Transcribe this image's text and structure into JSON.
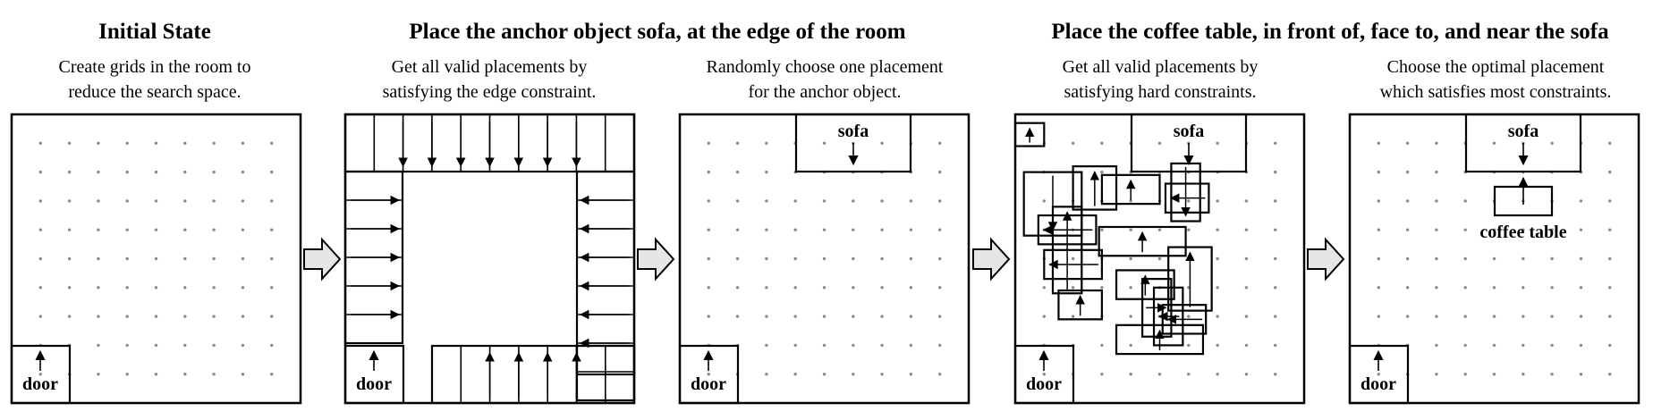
{
  "stages": [
    {
      "heading": "Initial State",
      "caption_line1": "Create grids in the room to",
      "caption_line2": "reduce the search space."
    },
    {
      "heading": "Place the anchor object sofa, at the edge of the room",
      "caption_line1": "Get all valid placements by",
      "caption_line2": "satisfying the edge constraint."
    },
    {
      "heading": "",
      "caption_line1": "Randomly choose one placement",
      "caption_line2": "for the anchor object."
    },
    {
      "heading": "Place the coffee table, in front of, face to, and near the sofa",
      "caption_line1": "Get all valid placements by",
      "caption_line2": "satisfying hard constraints."
    },
    {
      "heading": "",
      "caption_line1": "Choose the optimal placement",
      "caption_line2": "which satisfies most constraints."
    }
  ],
  "labels": {
    "door": "door",
    "sofa": "sofa",
    "coffee_table": "coffee table"
  },
  "colors": {
    "grid_dot": "#8a8a8a",
    "step_arrow_fill": "#e6e6e6",
    "line": "#000000"
  }
}
